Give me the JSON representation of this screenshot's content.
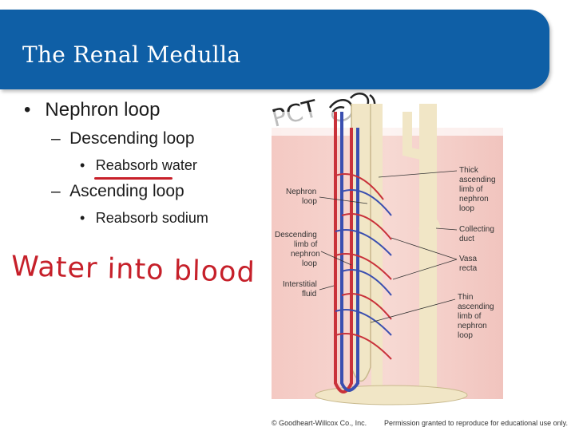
{
  "slide": {
    "title": "The Renal Medulla",
    "bullets": [
      {
        "text": "Nephron loop"
      },
      {
        "text": "Descending loop",
        "marker": "–"
      },
      {
        "text": "Reabsorb water"
      },
      {
        "text": "Ascending loop",
        "marker": "–"
      },
      {
        "text": "Reabsorb sodium"
      }
    ],
    "bullet_marker": "•"
  },
  "annotations": {
    "note": "Water into blood",
    "pct": "PCT"
  },
  "diagram": {
    "labels": {
      "thick_ascending": [
        "Thick",
        "ascending",
        "limb of",
        "nephron",
        "loop"
      ],
      "collecting_duct": [
        "Collecting",
        "duct"
      ],
      "vasa_recta": [
        "Vasa",
        "recta"
      ],
      "thin_ascending": [
        "Thin",
        "ascending",
        "limb of",
        "nephron",
        "loop"
      ],
      "nephron_loop": [
        "Nephron",
        "loop"
      ],
      "descending": [
        "Descending",
        "limb of",
        "nephron",
        "loop"
      ],
      "interstitial": [
        "Interstitial",
        "fluid"
      ]
    }
  },
  "footer": {
    "copyright": "© Goodheart-Willcox Co., Inc.",
    "permission": "Permission granted to reproduce for educational use only."
  },
  "colors": {
    "title_bar": "#0f5fa6",
    "annotation_red": "#c6202a",
    "artery_red": "#c9323a",
    "vein_blue": "#3b4fb0",
    "tubule": "#f1e6c6"
  }
}
